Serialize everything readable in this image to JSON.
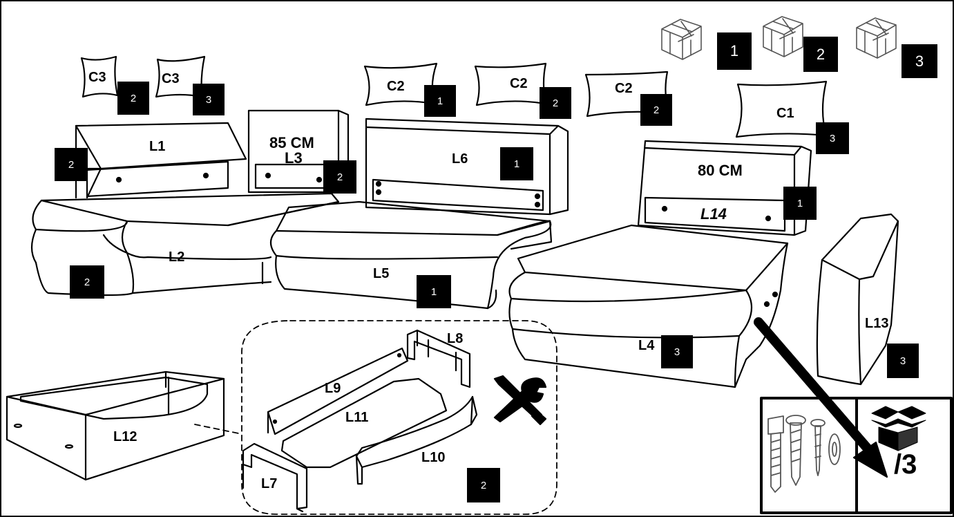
{
  "package_badges": [
    "1",
    "2",
    "3"
  ],
  "cushions": [
    {
      "label": "C3",
      "package": "2"
    },
    {
      "label": "C3",
      "package": "3"
    },
    {
      "label": "C2",
      "package": "1"
    },
    {
      "label": "C2",
      "package": "2"
    },
    {
      "label": "C2",
      "package": "2"
    },
    {
      "label": "C1",
      "package": "3"
    }
  ],
  "parts": {
    "L1": {
      "label": "L1",
      "package": "2"
    },
    "L2": {
      "label": "L2",
      "package": "2"
    },
    "L3": {
      "label": "L3",
      "package": "2",
      "dimension": "85 CM"
    },
    "L4": {
      "label": "L4",
      "package": "3"
    },
    "L5": {
      "label": "L5",
      "package": "1"
    },
    "L6": {
      "label": "L6",
      "package": "1"
    },
    "L7": {
      "label": "L7"
    },
    "L8": {
      "label": "L8"
    },
    "L9": {
      "label": "L9"
    },
    "L10": {
      "label": "L10"
    },
    "L11": {
      "label": "L11"
    },
    "L12": {
      "label": "L12"
    },
    "L13": {
      "label": "L13",
      "package": "3"
    },
    "L14": {
      "label": "L14",
      "package": "1",
      "dimension": "80 CM"
    }
  },
  "drawer_kit_package": "2",
  "hardware_box": {
    "package_count": "/3"
  },
  "icons": [
    "package-box-icon",
    "tools-icon",
    "screw-icon",
    "bolt-icon",
    "washer-icon",
    "open-box-icon",
    "arrow-icon"
  ]
}
